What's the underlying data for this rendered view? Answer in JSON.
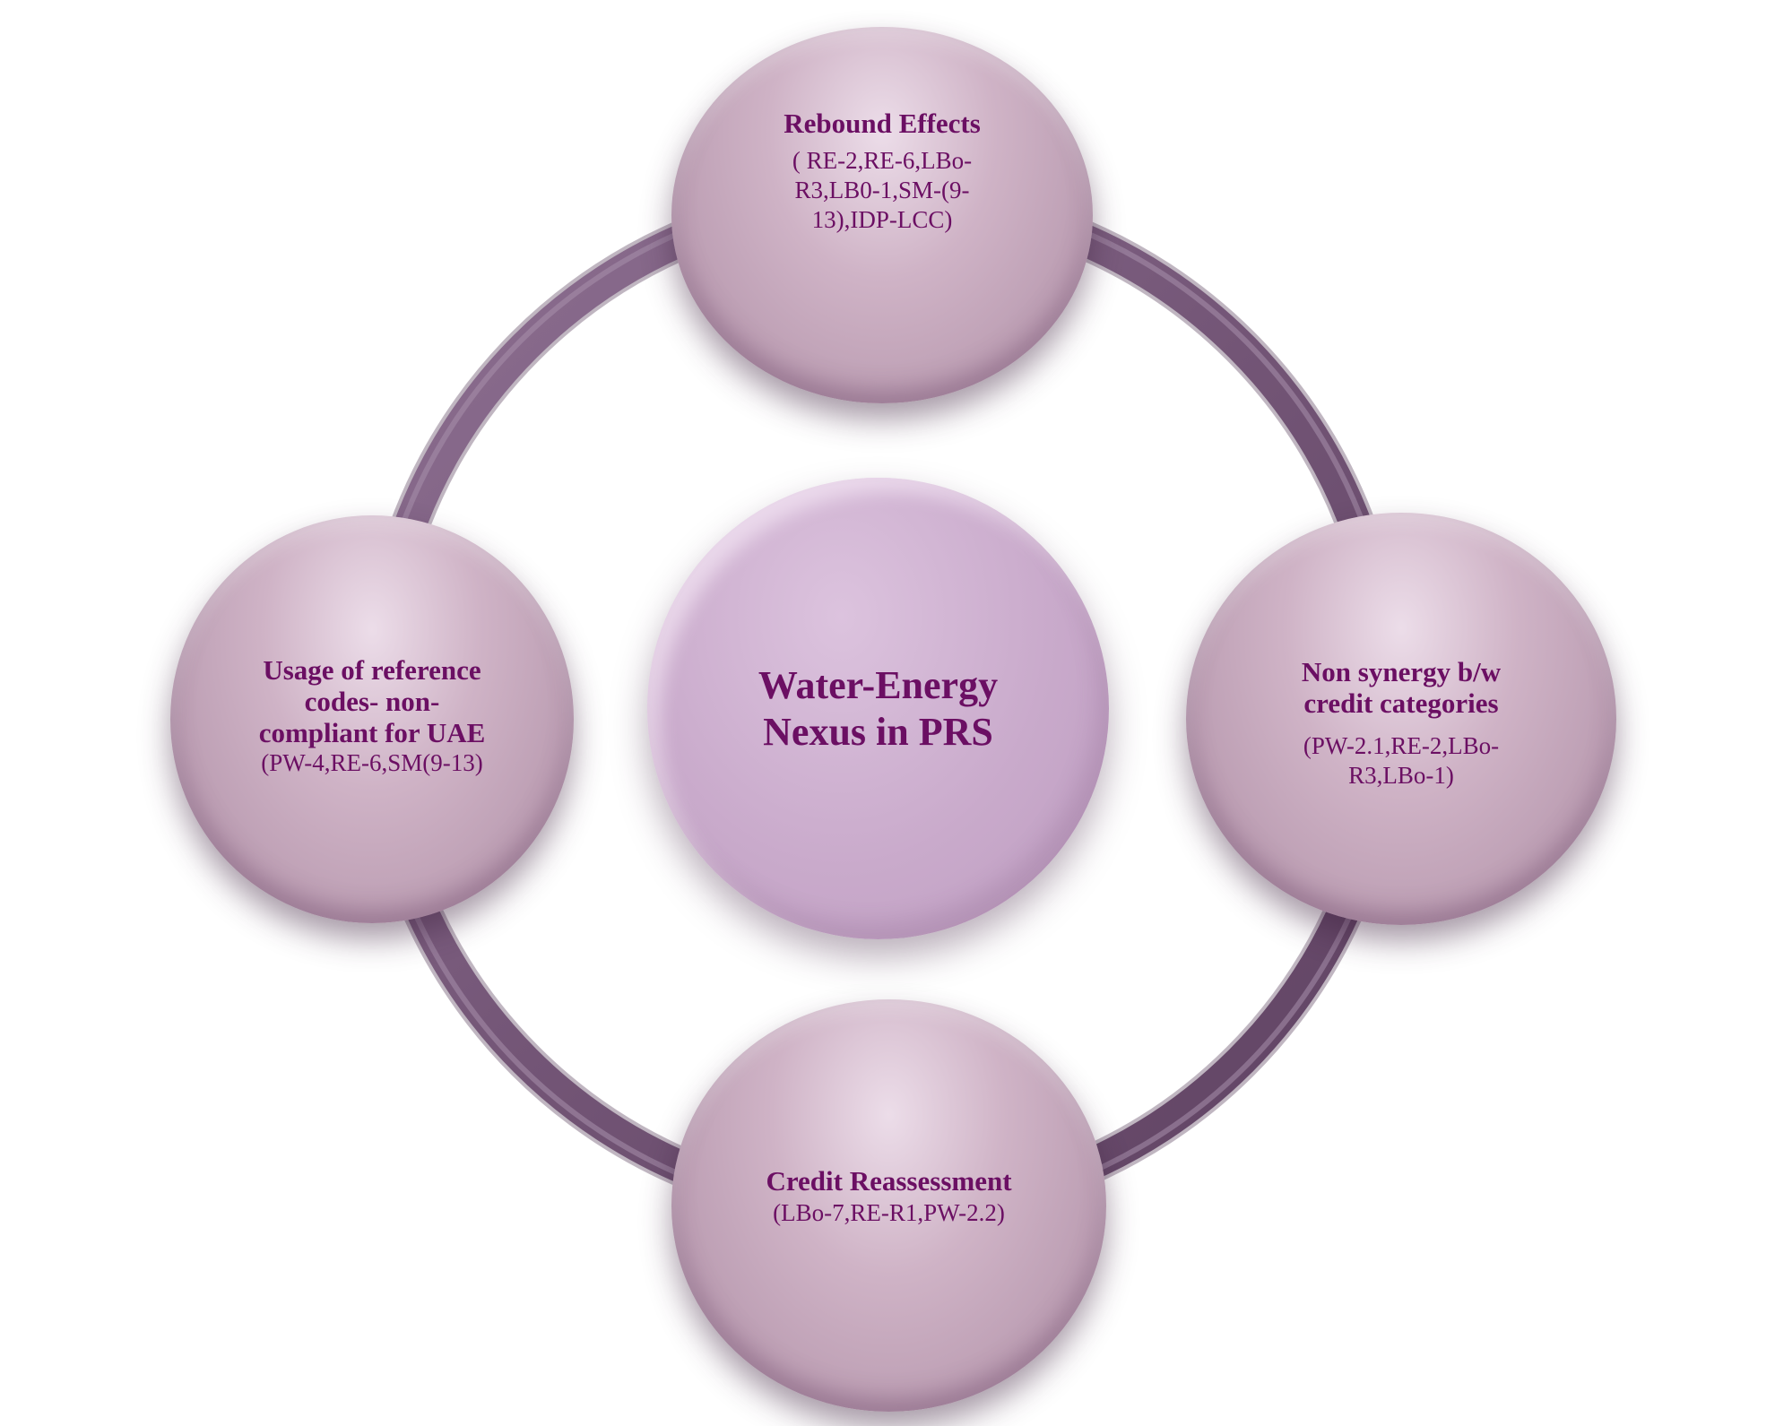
{
  "center": {
    "title_lines": [
      "Water-Energy",
      "Nexus in PRS"
    ]
  },
  "nodes": {
    "top": {
      "title_lines": [
        "Rebound Effects"
      ],
      "detail_lines": [
        "( RE-2,RE-6,LBo-",
        "R3,LB0-1,SM-(9-",
        "13),IDP-LCC)"
      ]
    },
    "right": {
      "title_lines": [
        "Non synergy b/w",
        "credit categories"
      ],
      "detail_lines": [
        "(PW-2.1,RE-2,LBo-",
        "R3,LBo-1)"
      ]
    },
    "bottom": {
      "title_lines": [
        "Credit Reassessment"
      ],
      "detail_lines": [
        "(LBo-7,RE-R1,PW-2.2)"
      ]
    },
    "left": {
      "title_lines": [
        "Usage of reference",
        "codes- non-",
        "compliant for UAE"
      ],
      "detail_lines": [
        "(PW-4,RE-6,SM(9-13)"
      ]
    }
  },
  "colors": {
    "text": "#6b0f63",
    "ring": "#7b5d7e",
    "node_fill": "#c2a5b9",
    "center_fill": "#c9aacb"
  }
}
